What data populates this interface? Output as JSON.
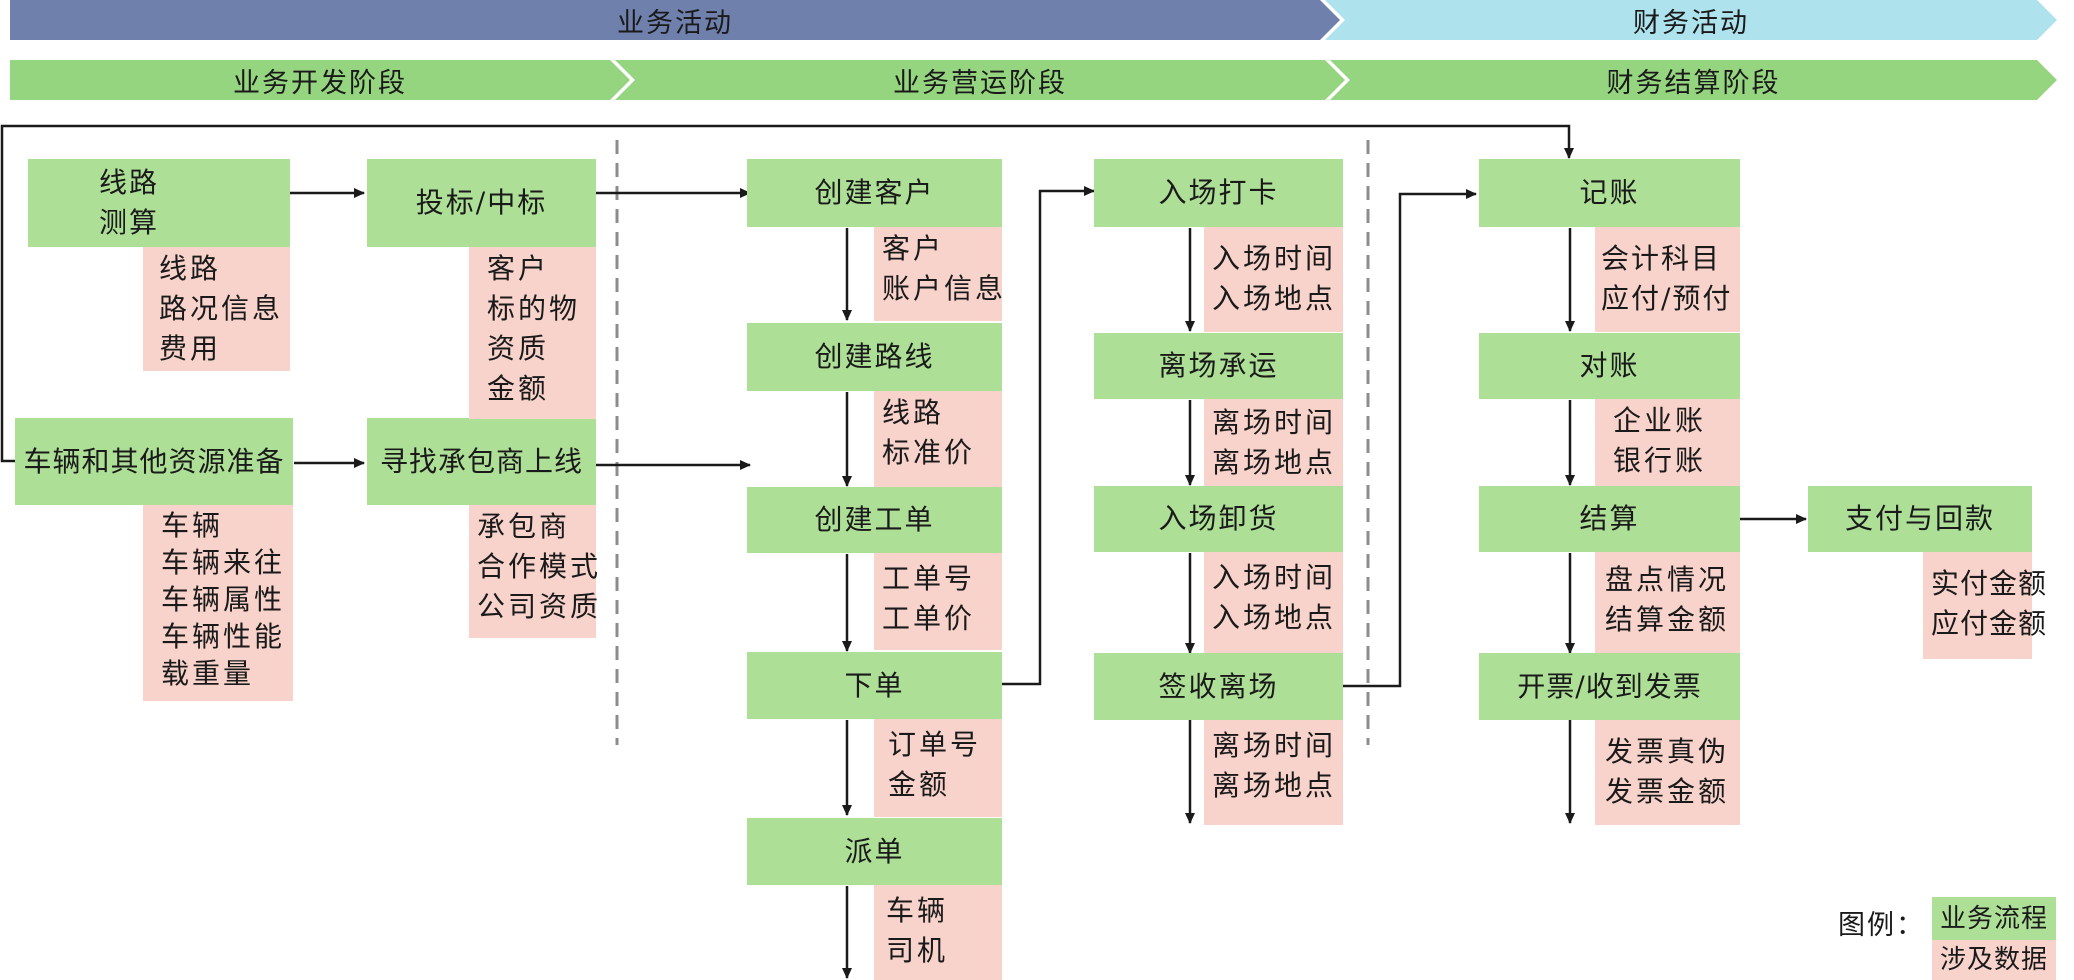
{
  "activities": {
    "business": "业务活动",
    "finance": "财务活动"
  },
  "stages": {
    "development": "业务开发阶段",
    "operation": "业务营运阶段",
    "settlement": "财务结算阶段"
  },
  "process": {
    "route_calc": [
      "线路",
      "测算"
    ],
    "bidding": "投标/中标",
    "vehicle_prep": "车辆和其他资源准备",
    "find_contractor": "寻找承包商上线",
    "create_customer": "创建客户",
    "create_route": "创建路线",
    "create_workorder": "创建工单",
    "place_order": "下单",
    "dispatch": "派单",
    "entry_checkin": "入场打卡",
    "exit_transport": "离场承运",
    "entry_unload": "入场卸货",
    "sign_exit": "签收离场",
    "bookkeeping": "记账",
    "reconcile": "对账",
    "settle": "结算",
    "invoice": "开票/收到发票",
    "payment": "支付与回款"
  },
  "data": {
    "route_calc": [
      "线路",
      "路况信息",
      "费用"
    ],
    "bidding": [
      "客户",
      "标的物",
      "资质",
      "金额"
    ],
    "vehicle_prep": [
      "车辆",
      "车辆来往",
      "车辆属性",
      "车辆性能",
      "载重量"
    ],
    "find_contractor": [
      "承包商",
      "合作模式",
      "公司资质"
    ],
    "create_customer": [
      "客户",
      "账户信息"
    ],
    "create_route": [
      "线路",
      "标准价"
    ],
    "create_workorder": [
      "工单号",
      "工单价"
    ],
    "place_order": [
      "订单号",
      "金额"
    ],
    "dispatch": [
      "车辆",
      "司机"
    ],
    "entry_checkin": [
      "入场时间",
      "入场地点"
    ],
    "exit_transport": [
      "离场时间",
      "离场地点"
    ],
    "entry_unload": [
      "入场时间",
      "入场地点"
    ],
    "sign_exit": [
      "离场时间",
      "离场地点"
    ],
    "bookkeeping": [
      "会计科目",
      "应付/预付"
    ],
    "reconcile": [
      "企业账",
      "银行账"
    ],
    "settle": [
      "盘点情况",
      "结算金额"
    ],
    "invoice": [
      "发票真伪",
      "发票金额"
    ],
    "payment": [
      "实付金额",
      "应付金额"
    ]
  },
  "legend": {
    "title": "图例：",
    "process": "业务流程",
    "data": "涉及数据"
  },
  "colors": {
    "business_banner": "#6f80ac",
    "finance_banner": "#aee3ee",
    "stage_banner": "#96d57f",
    "process_box": "#aedf97",
    "data_box": "#f8d3cb"
  }
}
